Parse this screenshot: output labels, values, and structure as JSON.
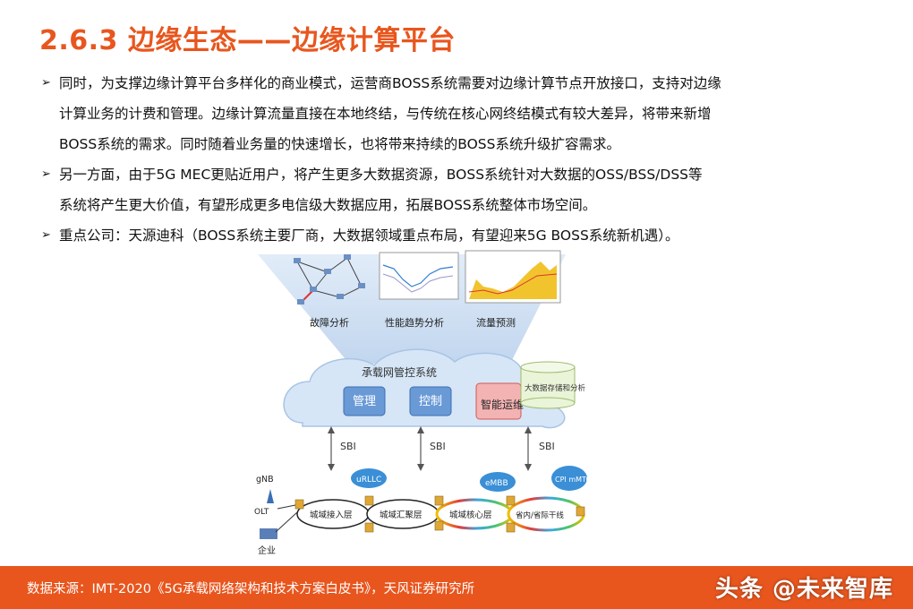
{
  "title": "2.6.3 边缘生态——边缘计算平台",
  "bullets": [
    {
      "lines": [
        "同时，为支撑边缘计算平台多样化的商业模式，运营商BOSS系统需要对边缘计算节点开放接口，支持对边缘",
        "计算业务的计费和管理。边缘计算流量直接在本地终结，与传统在核心网终结模式有较大差异，将带来新增",
        "BOSS系统的需求。同时随着业务量的快速增长，也将带来持续的BOSS系统升级扩容需求。"
      ]
    },
    {
      "lines": [
        "另一方面，由于5G MEC更贴近用户，将产生更多大数据资源，BOSS系统针对大数据的OSS/BSS/DSS等",
        "系统将产生更大价值，有望形成更多电信级大数据应用，拓展BOSS系统整体市场空间。"
      ]
    },
    {
      "lines": [
        "重点公司：天源迪科（BOSS系统主要厂商，大数据领域重点布局，有望迎来5G BOSS系统新机遇）。"
      ]
    }
  ],
  "diagram": {
    "analysis_labels": [
      "故障分析",
      "性能趋势分析",
      "流量预测"
    ],
    "system_title": "承载网管控系统",
    "modules": [
      "管理",
      "控制",
      "智能运维"
    ],
    "bigdata_label": "大数据存储和分析",
    "interfaces": [
      "SBI",
      "SBI",
      "SBI"
    ],
    "cloud_tags": [
      "uRLLC",
      "eMBB",
      "CPI mMTC"
    ],
    "rings": [
      "城域接入层",
      "城域汇聚层",
      "城域核心层",
      "省内/省际干线"
    ],
    "left_labels": [
      "gNB",
      "OLT",
      "企业"
    ]
  },
  "footer": {
    "source": "数据来源：IMT-2020《5G承载网络架构和技术方案白皮书》，天风证券研究所",
    "watermark": "头条 @未来智库"
  },
  "colors": {
    "accent": "#e8561e",
    "cloud": "#d6e6f7",
    "module_blue": "#5b8fd0",
    "module_red": "#e06b6b"
  }
}
